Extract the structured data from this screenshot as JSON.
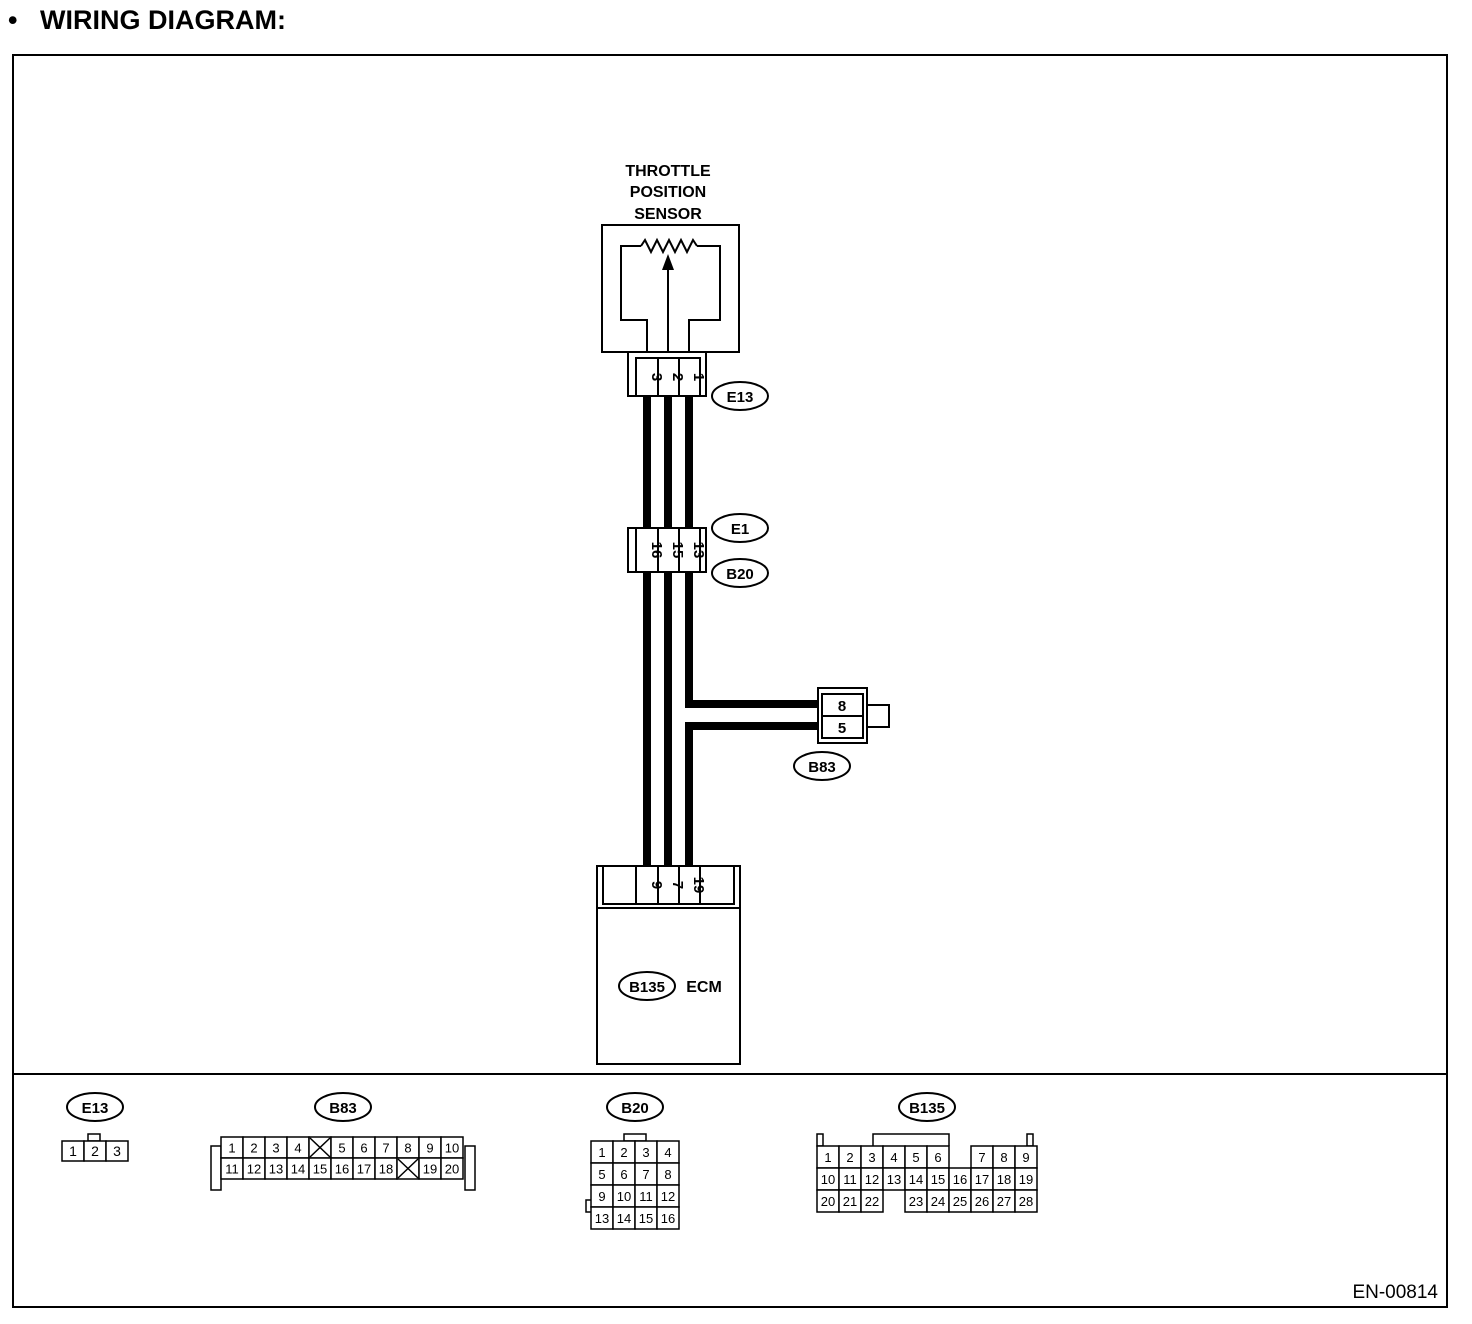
{
  "heading": {
    "bullet": "•",
    "title": "WIRING DIAGRAM:"
  },
  "sensor": {
    "label_lines": [
      "THROTTLE",
      "POSITION",
      "SENSOR"
    ]
  },
  "connectors": {
    "e13": {
      "id": "E13",
      "pins": [
        "3",
        "2",
        "1"
      ]
    },
    "e1_b20": {
      "ids": [
        "E1",
        "B20"
      ],
      "pins": [
        "16",
        "15",
        "13"
      ]
    },
    "b83": {
      "id": "B83",
      "pins": [
        "8",
        "5"
      ]
    },
    "ecm": {
      "id": "B135",
      "label": "ECM",
      "pins": [
        "9",
        "7",
        "19"
      ]
    }
  },
  "views": {
    "e13": {
      "id": "E13",
      "pins": [
        "1",
        "2",
        "3"
      ]
    },
    "b83": {
      "id": "B83",
      "row1": [
        "1",
        "2",
        "3",
        "4",
        "",
        "5",
        "6",
        "7",
        "8",
        "9",
        "10"
      ],
      "row2": [
        "11",
        "12",
        "13",
        "14",
        "15",
        "16",
        "17",
        "18",
        "",
        "19",
        "20"
      ]
    },
    "b20": {
      "id": "B20",
      "rows": [
        [
          "1",
          "2",
          "3",
          "4"
        ],
        [
          "5",
          "6",
          "7",
          "8"
        ],
        [
          "9",
          "10",
          "11",
          "12"
        ],
        [
          "13",
          "14",
          "15",
          "16"
        ]
      ]
    },
    "b135": {
      "id": "B135",
      "row1": [
        "1",
        "2",
        "3",
        "4",
        "5",
        "6",
        "",
        "7",
        "8",
        "9"
      ],
      "row2": [
        "10",
        "11",
        "12",
        "13",
        "14",
        "15",
        "16",
        "17",
        "18",
        "19"
      ],
      "row3": [
        "20",
        "21",
        "22",
        "",
        "23",
        "24",
        "25",
        "26",
        "27",
        "28"
      ]
    }
  },
  "figure_code": "EN-00814"
}
